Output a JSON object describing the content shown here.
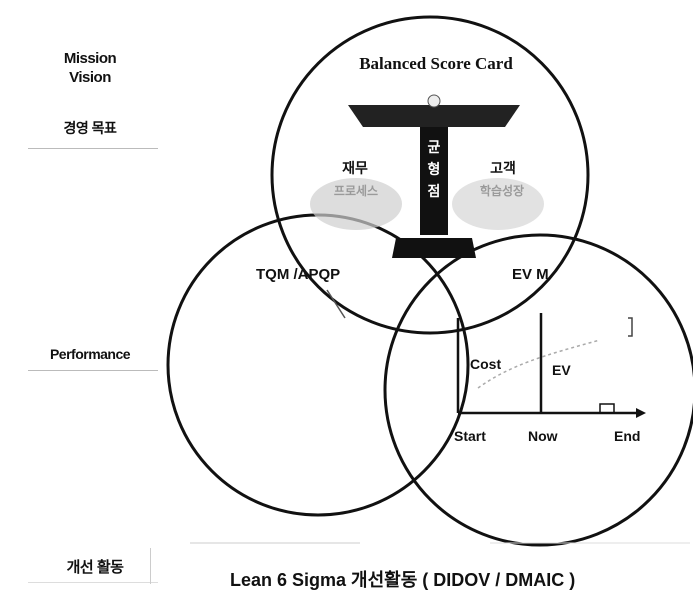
{
  "left_labels": {
    "mission": "Mission",
    "vision": "Vision",
    "goal": "경영 목표",
    "performance": "Performance",
    "activity": "개선 활동"
  },
  "circles": {
    "top_title": "Balanced Score Card",
    "left_title": "TQM /APQP",
    "right_title": "EV M"
  },
  "bsc": {
    "finance": "재무",
    "finance_sub": "프로세스",
    "customer": "고객",
    "customer_sub": "학습성장",
    "center": "균형점"
  },
  "evm": {
    "cost": "Cost",
    "ev": "EV",
    "start": "Start",
    "now": "Now",
    "end": "End"
  },
  "footer": "Lean 6 Sigma 개선활동 ( DIDOV / DMAIC )"
}
